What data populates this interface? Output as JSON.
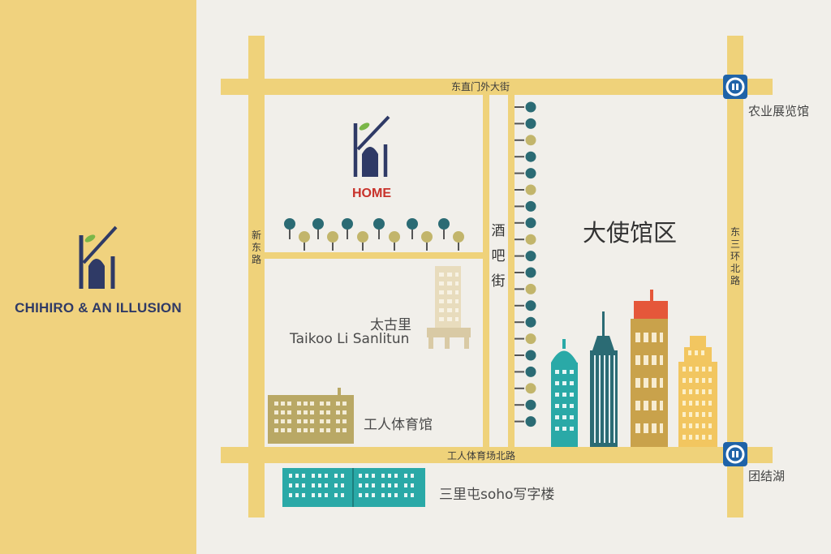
{
  "brand": {
    "name": "CHIHIRO & AN ILLUSION"
  },
  "home_label": "HOME",
  "streets": {
    "dongzhimenwai": "东直门外大街",
    "gongti_north": "工人体育场北路",
    "xindong": "新东路",
    "east_third_ring_north": "东三环北路",
    "bar_street": "酒吧街"
  },
  "landmarks": {
    "district": "大使馆区",
    "taikoo_cn": "太古里",
    "taikoo_en": "Taikoo Li Sanlitun",
    "stadium": "工人体育馆",
    "soho": "三里屯soho写字楼"
  },
  "metro": {
    "top": "农业展览馆",
    "bottom": "团结湖"
  },
  "colors": {
    "sidebar": "#f0d27e",
    "road": "#efd27a",
    "background": "#f1efea",
    "navy": "#2f3a66",
    "red": "#c8312a",
    "teal": "#2aa9a7",
    "olive": "#b9a865",
    "metro_blue": "#1f63a8"
  },
  "icons": [
    "house-logo-icon",
    "metro-icon",
    "tree-icon",
    "building-icon",
    "skyscraper-icon"
  ]
}
